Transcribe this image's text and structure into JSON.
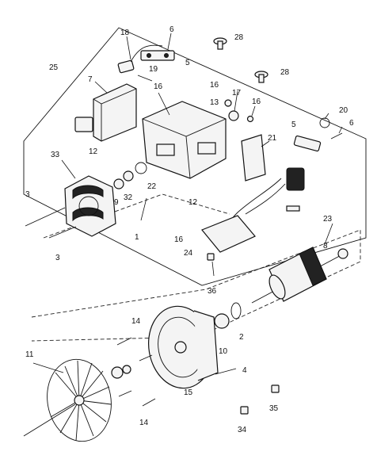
{
  "callouts": [
    "18",
    "6",
    "28",
    "5",
    "25",
    "19",
    "7",
    "28",
    "16",
    "13",
    "17",
    "16",
    "20",
    "6",
    "5",
    "21",
    "16",
    "12",
    "33",
    "3",
    "9",
    "32",
    "22",
    "12",
    "1",
    "16",
    "23",
    "24",
    "8",
    "3",
    "36",
    "14",
    "2",
    "10",
    "11",
    "4",
    "15",
    "14",
    "35",
    "34"
  ]
}
